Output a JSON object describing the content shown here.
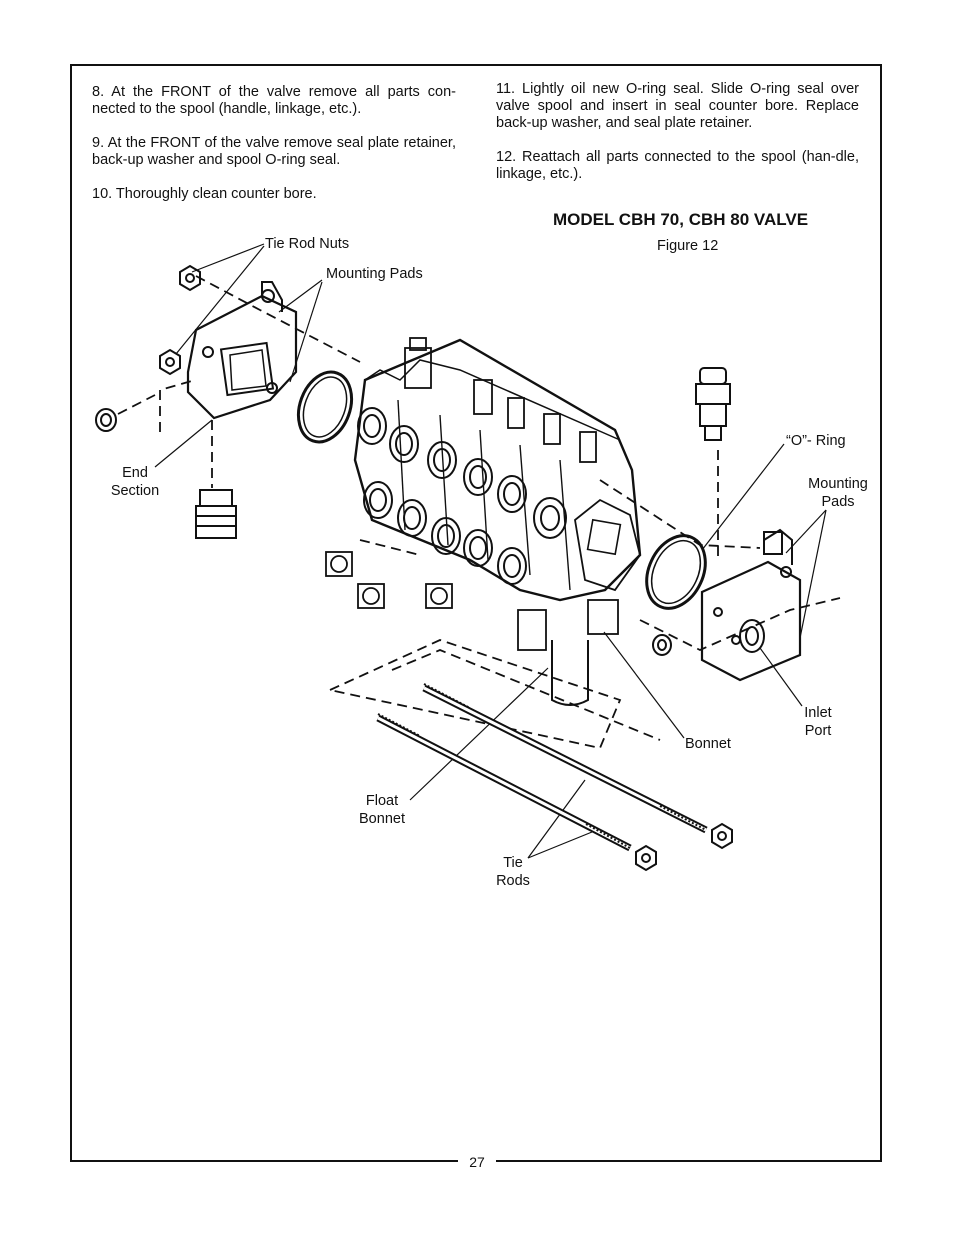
{
  "instructions_left": [
    "8. At the FRONT of the valve remove all parts con-nected to the spool (handle, linkage, etc.).",
    "9. At the FRONT of the valve remove seal plate retainer, back-up washer and spool O-ring seal.",
    "10. Thoroughly clean counter bore."
  ],
  "instructions_right": [
    "11. Lightly oil new O-ring seal. Slide O-ring seal over valve spool and insert in seal counter bore. Replace back-up washer, and seal plate retainer.",
    "12. Reattach all parts connected to the spool (han-dle, linkage, etc.)."
  ],
  "figure": {
    "title": "MODEL CBH 70, CBH 80 VALVE",
    "number": "Figure 12",
    "labels": {
      "tie_rod_nuts": "Tie Rod Nuts",
      "mounting_pads_left": "Mounting Pads",
      "end_section_1": "End",
      "end_section_2": "Section",
      "o_ring": "“O”- Ring",
      "mounting_pads_right_1": "Mounting",
      "mounting_pads_right_2": "Pads",
      "inlet_port_1": "Inlet",
      "inlet_port_2": "Port",
      "bonnet": "Bonnet",
      "float_bonnet_1": "Float",
      "float_bonnet_2": "Bonnet",
      "tie_rods_1": "Tie",
      "tie_rods_2": "Rods"
    }
  },
  "page_number": "27"
}
